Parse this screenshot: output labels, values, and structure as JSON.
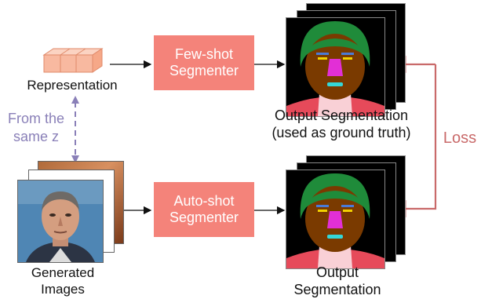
{
  "labels": {
    "representation": "Representation",
    "from_z_line1": "From the",
    "from_z_line2": "same z",
    "generated_line1": "Generated",
    "generated_line2": "Images",
    "few_shot_line1": "Few-shot",
    "few_shot_line2": "Segmenter",
    "auto_shot_line1": "Auto-shot",
    "auto_shot_line2": "Segmenter",
    "output_gt_line1": "Output Segmentation",
    "output_gt_line2": "(used as ground truth)",
    "output_line1": "Output",
    "output_line2": "Segmentation",
    "loss": "Loss"
  },
  "colors": {
    "segmenter_box": "#f4837a",
    "loss_arrow": "#c96a6a",
    "z_arrow": "#8a80b8",
    "representation_block": "#f8b9a0",
    "seg_hair": "#1f8b3a",
    "seg_skin": "#7a3a00",
    "seg_nose": "#e22fd6",
    "seg_eyes": "#f2d100",
    "seg_brows": "#4a7ad6",
    "seg_mouth": "#34d7d7",
    "seg_neck": "#f9d0d6",
    "seg_cloth": "#e64a5a"
  }
}
